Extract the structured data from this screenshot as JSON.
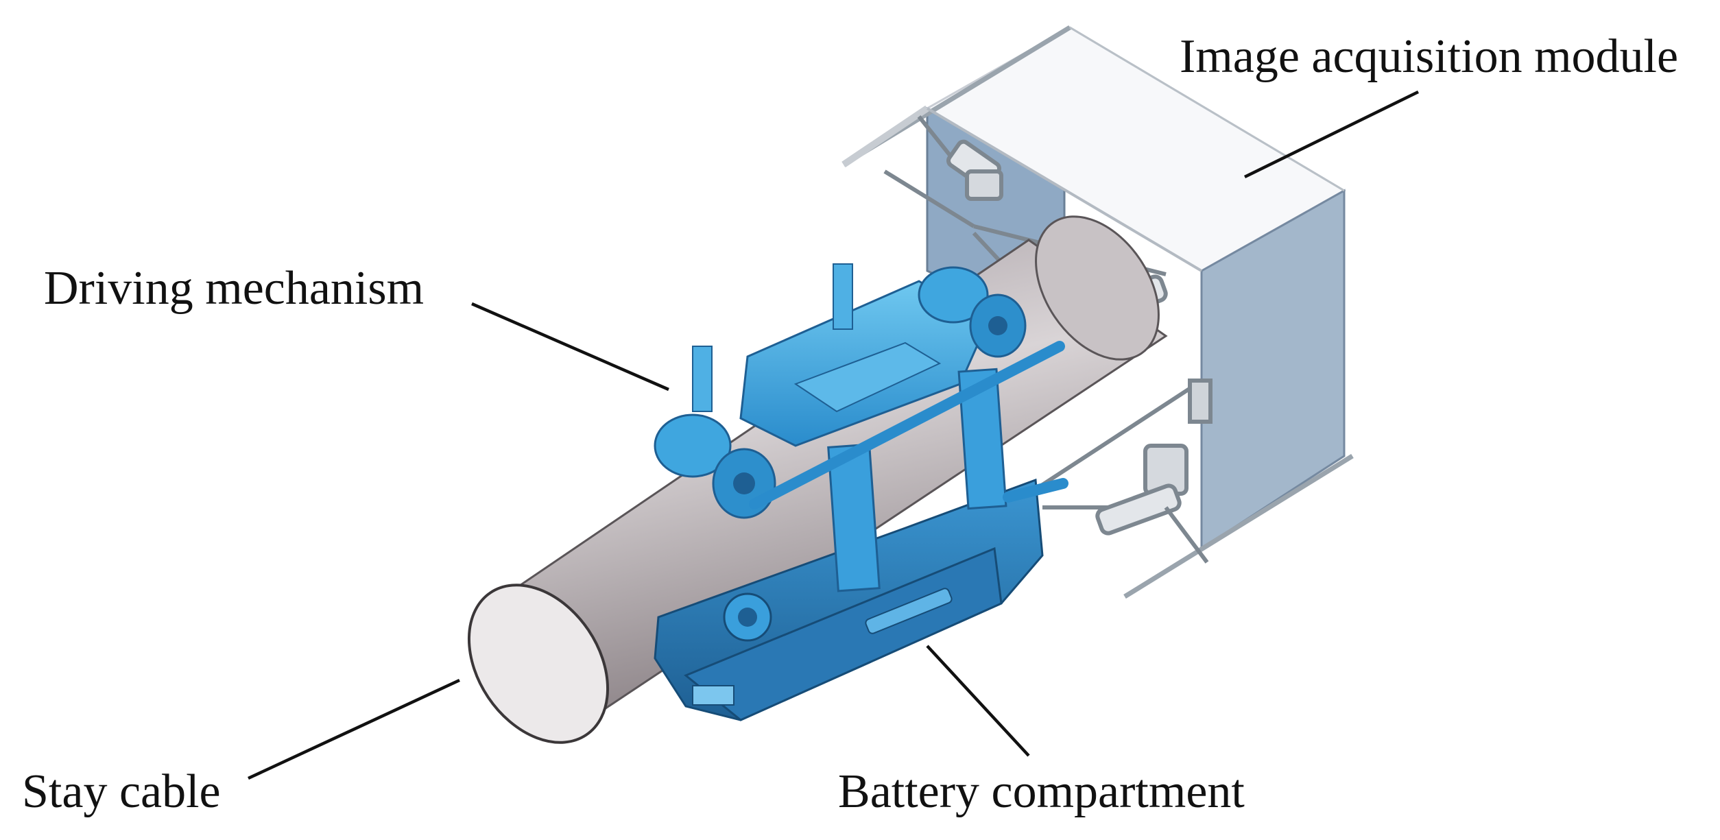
{
  "labels": {
    "image_acquisition_module": "Image acquisition module",
    "driving_mechanism": "Driving mechanism",
    "stay_cable": "Stay cable",
    "battery_compartment": "Battery compartment"
  },
  "colors": {
    "robot_body": "#3a9fdc",
    "robot_dark": "#1f6fa8",
    "robot_light": "#68c3ee",
    "cable": "#b7adaf",
    "panel": "#8fa9c4",
    "leader_line": "#111111"
  }
}
